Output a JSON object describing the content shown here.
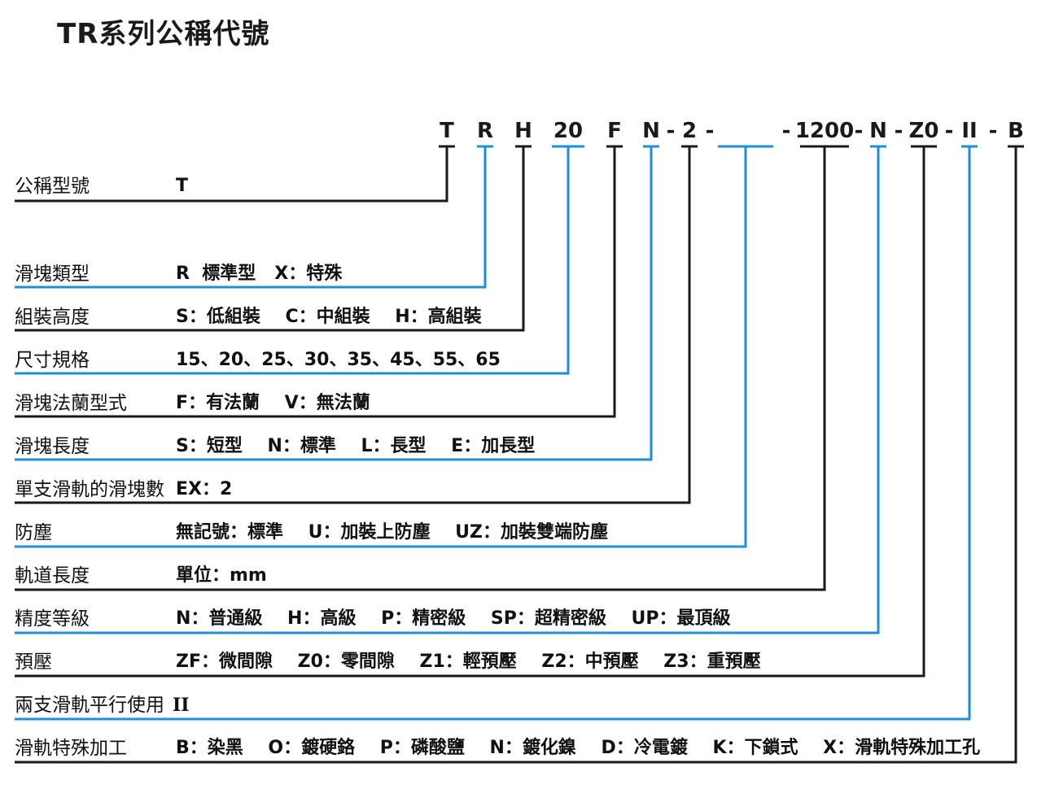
{
  "title": "TR系列公稱代號",
  "colors": {
    "black": "#1a1a1a",
    "blue": "#1e8fd5"
  },
  "codes": [
    {
      "text": "T",
      "color": "black"
    },
    {
      "text": "R",
      "color": "blue"
    },
    {
      "text": "H",
      "color": "black"
    },
    {
      "text": "20",
      "color": "blue"
    },
    {
      "text": "F",
      "color": "black"
    },
    {
      "text": "N",
      "color": "blue"
    },
    {
      "text": "2",
      "color": "black"
    },
    {
      "text": "",
      "color": "blue"
    },
    {
      "text": "1200",
      "color": "black"
    },
    {
      "text": "N",
      "color": "blue"
    },
    {
      "text": "Z0",
      "color": "black"
    },
    {
      "text": "II",
      "color": "blue"
    },
    {
      "text": "B",
      "color": "black"
    }
  ],
  "separator": "-",
  "rows": [
    {
      "label": "公稱型號",
      "desc": "T"
    },
    {
      "label": "滑塊類型",
      "desc": "R  標準型   X：特殊"
    },
    {
      "label": "組裝高度",
      "desc": "S：低組裝    C：中組裝    H：高組裝"
    },
    {
      "label": "尺寸規格",
      "desc": "15、20、25、30、35、45、55、65"
    },
    {
      "label": "滑塊法蘭型式",
      "desc": "F：有法蘭    V：無法蘭"
    },
    {
      "label": "滑塊長度",
      "desc": "S：短型    N：標準    L：長型    E：加長型"
    },
    {
      "label": "單支滑軌的滑塊數",
      "desc": "EX：2"
    },
    {
      "label": "防塵",
      "desc": "無記號：標準    U：加裝上防塵    UZ：加裝雙端防塵"
    },
    {
      "label": "軌道長度",
      "desc": "單位：mm"
    },
    {
      "label": "精度等級",
      "desc": "N：普通級    H：高級    P：精密級    SP：超精密級    UP：最頂級"
    },
    {
      "label": "預壓",
      "desc": "ZF：微間隙    Z0：零間隙    Z1：輕預壓    Z2：中預壓    Z3：重預壓"
    },
    {
      "label": "兩支滑軌平行使用",
      "desc": "II"
    },
    {
      "label": "滑軌特殊加工",
      "desc": "B：染黑    O：鍍硬鉻    P：磷酸鹽    N：鍍化鎳    D：冷電鍍    K：下鎖式    X：滑軌特殊加工孔"
    }
  ]
}
